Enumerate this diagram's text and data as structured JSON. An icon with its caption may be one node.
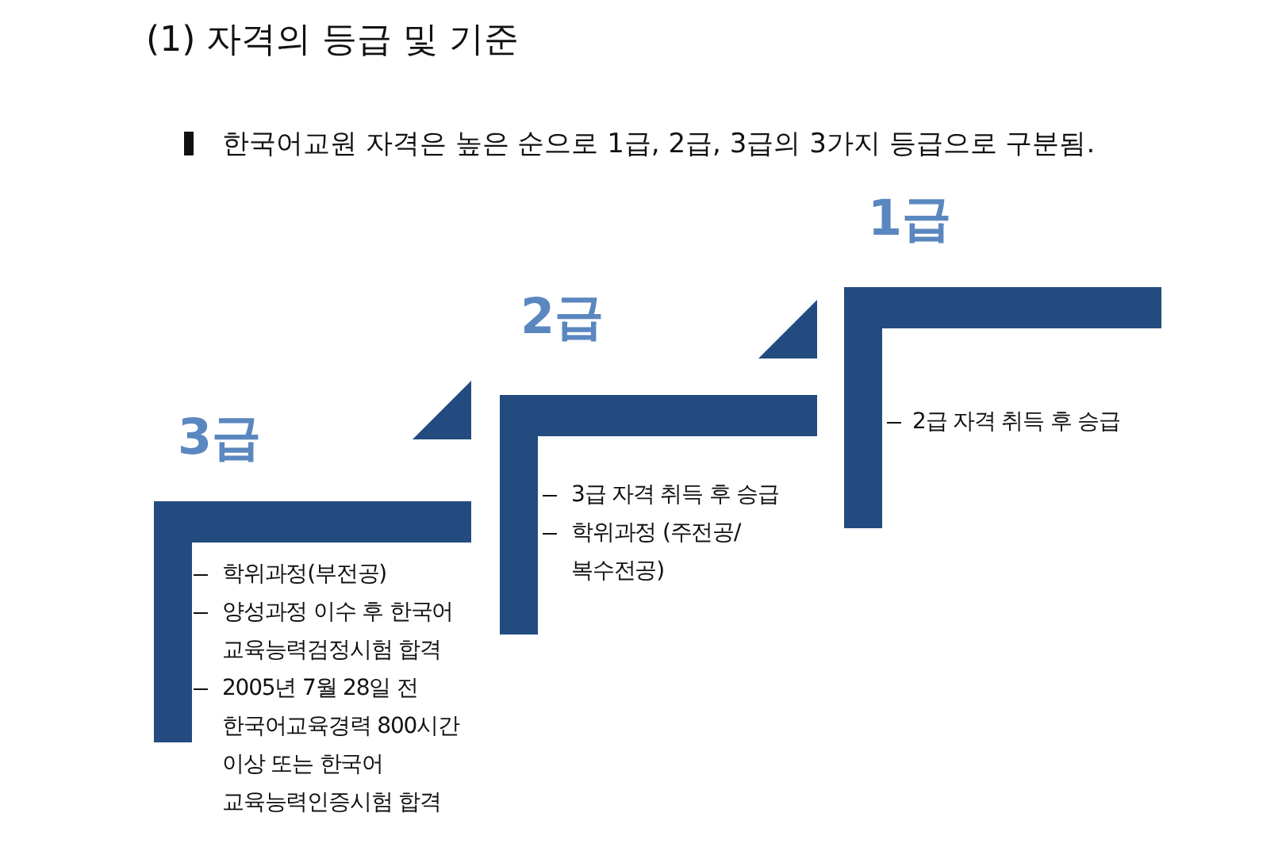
{
  "diagram": {
    "title": "(1) 자격의 등급 및 기준",
    "nodes": [
      {
        "text": [
          "3급",
          "학위과정(부전공)",
          "양성과정 이수 후 한국어 교육능력검정시험 합격",
          "2005년 7월 28일 전 한국어교육경력 800시간 이상 또는 한국어 교육능력인증시험 합격"
        ]
      },
      {
        "text": [
          "2급",
          "3급 자격 취득 후 승급",
          "학위과정 (주전공/복수전공)"
        ]
      },
      {
        "text": [
          "1급",
          "2급 자격 취득 후 승급"
        ]
      }
    ],
    "labels": [
      "한국어교원 자격은 높은 순으로 1급, 2급, 3급의 3가지 등급으로 구분됨."
    ]
  }
}
